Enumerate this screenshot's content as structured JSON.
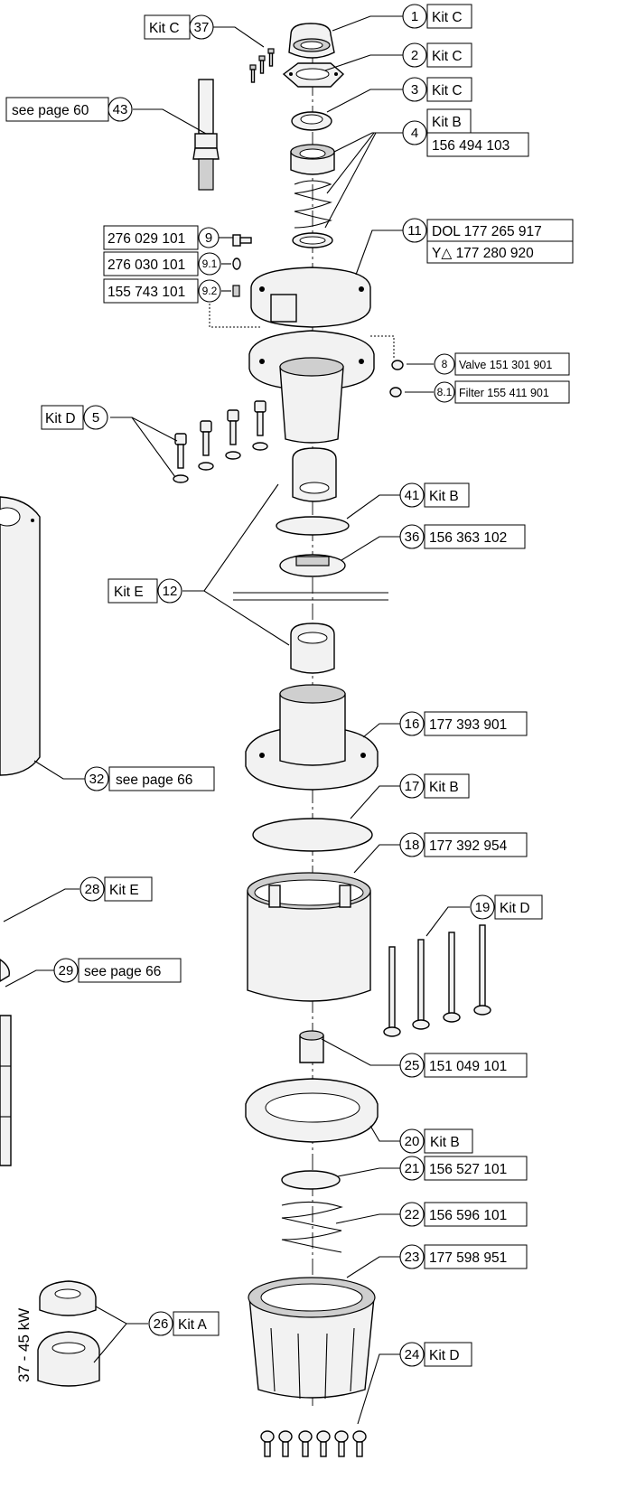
{
  "side_label": "37 - 45 kW",
  "callouts": [
    {
      "id": "c1",
      "num": "1",
      "labels": [
        "Kit C"
      ]
    },
    {
      "id": "c2",
      "num": "2",
      "labels": [
        "Kit C"
      ]
    },
    {
      "id": "c3",
      "num": "3",
      "labels": [
        "Kit C"
      ]
    },
    {
      "id": "c4",
      "num": "4",
      "labels": [
        "Kit B",
        "156 494 103"
      ]
    },
    {
      "id": "c5",
      "num": "5",
      "labels": [
        "Kit D"
      ]
    },
    {
      "id": "c8",
      "num": "8",
      "labels": [
        "Valve 151 301 901"
      ]
    },
    {
      "id": "c81",
      "num": "8.1",
      "labels": [
        "Filter 155 411 901"
      ]
    },
    {
      "id": "c9",
      "num": "9",
      "labels": [
        "276 029 101"
      ]
    },
    {
      "id": "c91",
      "num": "9.1",
      "labels": [
        "276 030 101"
      ]
    },
    {
      "id": "c92",
      "num": "9.2",
      "labels": [
        "155 743 101"
      ]
    },
    {
      "id": "c11",
      "num": "11",
      "labels": [
        "DOL 177 265 917",
        "Y△ 177 280 920"
      ]
    },
    {
      "id": "c12",
      "num": "12",
      "labels": [
        "Kit E"
      ]
    },
    {
      "id": "c16",
      "num": "16",
      "labels": [
        "177 393 901"
      ]
    },
    {
      "id": "c17",
      "num": "17",
      "labels": [
        "Kit B"
      ]
    },
    {
      "id": "c18",
      "num": "18",
      "labels": [
        "177 392 954"
      ]
    },
    {
      "id": "c19",
      "num": "19",
      "labels": [
        "Kit D"
      ]
    },
    {
      "id": "c20",
      "num": "20",
      "labels": [
        "Kit B"
      ]
    },
    {
      "id": "c21",
      "num": "21",
      "labels": [
        "156 527 101"
      ]
    },
    {
      "id": "c22",
      "num": "22",
      "labels": [
        "156 596 101"
      ]
    },
    {
      "id": "c23",
      "num": "23",
      "labels": [
        "177 598 951"
      ]
    },
    {
      "id": "c24",
      "num": "24",
      "labels": [
        "Kit D"
      ]
    },
    {
      "id": "c25",
      "num": "25",
      "labels": [
        "151 049 101"
      ]
    },
    {
      "id": "c26",
      "num": "26",
      "labels": [
        "Kit A"
      ]
    },
    {
      "id": "c28",
      "num": "28",
      "labels": [
        "Kit E"
      ]
    },
    {
      "id": "c29",
      "num": "29",
      "labels": [
        "see page 66"
      ]
    },
    {
      "id": "c32",
      "num": "32",
      "labels": [
        "see page 66"
      ]
    },
    {
      "id": "c36",
      "num": "36",
      "labels": [
        "156 363 102"
      ]
    },
    {
      "id": "c37",
      "num": "37",
      "labels": [
        "Kit C"
      ]
    },
    {
      "id": "c41",
      "num": "41",
      "labels": [
        "Kit B"
      ]
    },
    {
      "id": "c43",
      "num": "43",
      "labels": [
        "see page 60"
      ]
    }
  ]
}
